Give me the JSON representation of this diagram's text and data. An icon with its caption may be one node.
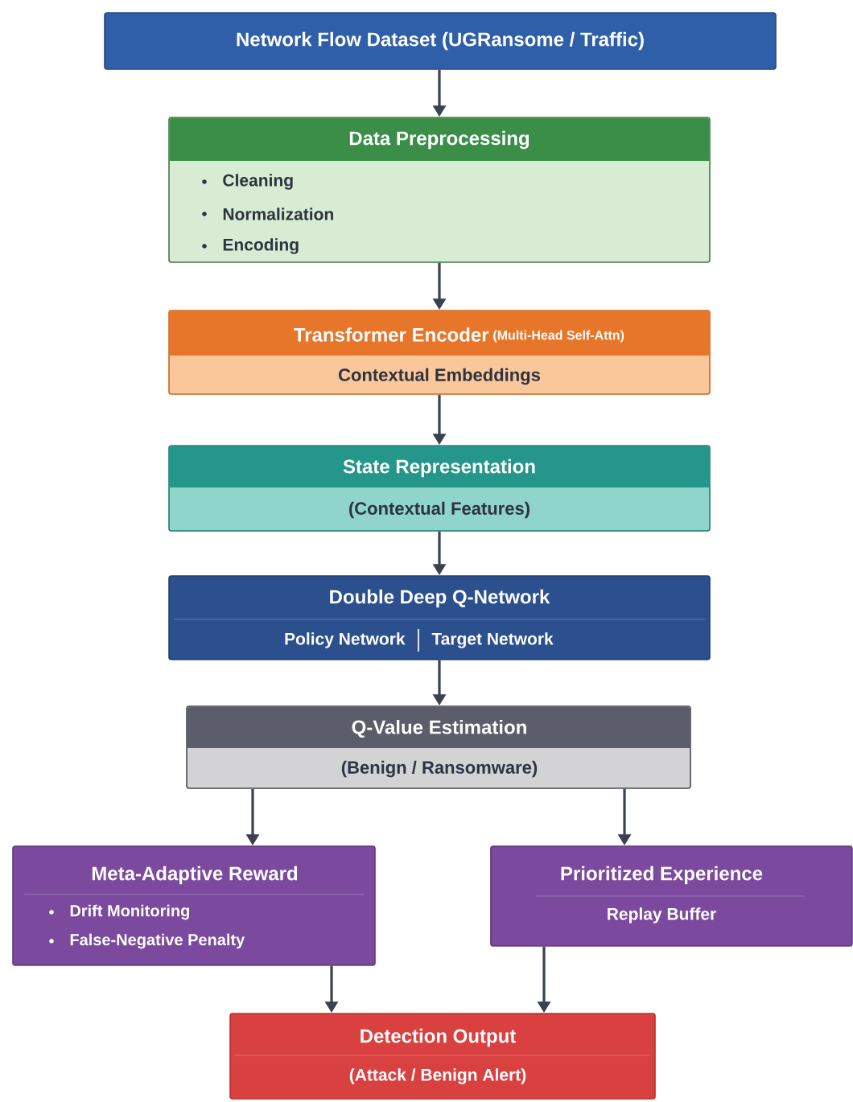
{
  "diagram": {
    "nodes": [
      {
        "text": [
          "Network Flow Dataset (UGRansome / Traffic)"
        ]
      },
      {
        "text": [
          "Data Preprocessing",
          "Cleaning",
          "Normalization",
          "Encoding"
        ]
      },
      {
        "text": [
          "Transformer Encoder",
          "(Multi-Head Self-Attn)",
          "Contextual Embeddings"
        ]
      },
      {
        "text": [
          "State Representation",
          "(Contextual Features)"
        ]
      },
      {
        "text": [
          "Double Deep Q-Network",
          "Policy Network",
          "Target Network"
        ]
      },
      {
        "text": [
          "Q-Value Estimation",
          "(Benign / Ransomware)"
        ]
      },
      {
        "text": [
          "Meta-Adaptive Reward",
          "Drift Monitoring",
          "False-Negative Penalty"
        ]
      },
      {
        "text": [
          "Prioritized Experience",
          "Replay Buffer"
        ]
      },
      {
        "text": [
          "Detection Output",
          "(Attack / Benign Alert)"
        ]
      }
    ],
    "edges": [
      {
        "from": 0,
        "to": 1,
        "arrow": "to"
      },
      {
        "from": 1,
        "to": 2,
        "arrow": "to"
      },
      {
        "from": 2,
        "to": 3,
        "arrow": "to"
      },
      {
        "from": 3,
        "to": 4,
        "arrow": "to"
      },
      {
        "from": 4,
        "to": 5,
        "arrow": "to"
      },
      {
        "from": 5,
        "to": 6,
        "arrow": "to"
      },
      {
        "from": 5,
        "to": 7,
        "arrow": "to"
      },
      {
        "from": 6,
        "to": 8,
        "arrow": "to"
      },
      {
        "from": 7,
        "to": 8,
        "arrow": "to"
      }
    ]
  }
}
